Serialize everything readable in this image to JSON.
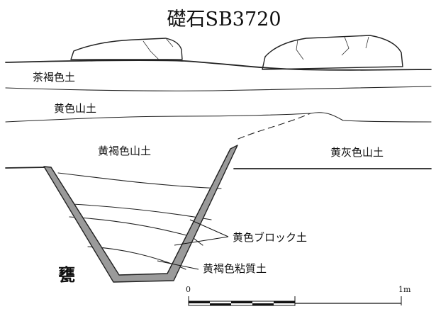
{
  "title": "礎石SB3720",
  "layers": {
    "chakasshoku_do": "茶褐色土",
    "kiiro_yama_do": "黄色山土",
    "kikasshoku_yama_do": "黄褐色山土",
    "kihai_yama_do": "黄灰色山土"
  },
  "pit_fill": {
    "block_do": "黄色ブロック土",
    "nenshitsu_do": "黄褐色粘質土"
  },
  "feature_label": "甕",
  "scale": {
    "start_label": "0",
    "end_label": "1m"
  },
  "colors": {
    "line": "#222222",
    "pot_wall": "#9a9a9a",
    "text": "#111111",
    "background": "#ffffff"
  }
}
